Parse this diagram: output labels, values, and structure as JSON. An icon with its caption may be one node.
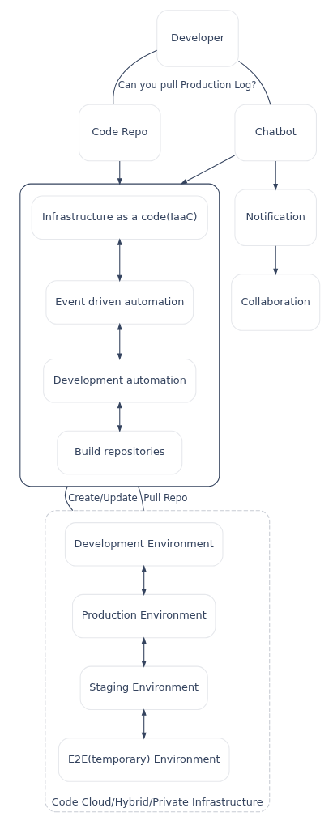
{
  "diagram": {
    "nodes": [
      {
        "text": [
          "Developer"
        ]
      },
      {
        "text": [
          "Code Repo"
        ]
      },
      {
        "text": [
          "Chatbot"
        ]
      },
      {
        "text": [
          "Notification"
        ]
      },
      {
        "text": [
          "Collaboration"
        ]
      },
      {
        "text": [],
        "shape": "box"
      },
      {
        "text": [
          "Infrastructure as a code(IaaC)"
        ],
        "in": 5
      },
      {
        "text": [
          "Event driven automation"
        ],
        "in": 5
      },
      {
        "text": [
          "Development automation"
        ],
        "in": 5
      },
      {
        "text": [
          "Build repositories"
        ],
        "in": 5
      },
      {
        "text": [
          "Code Cloud/Hybrid/Private Infrastructure"
        ]
      },
      {
        "text": [
          "Development Environment"
        ],
        "in": 10
      },
      {
        "text": [
          "Production Environment"
        ],
        "in": 10
      },
      {
        "text": [
          "Staging Environment"
        ],
        "in": 10
      },
      {
        "text": [
          "E2E(temporary) Environment"
        ],
        "in": 10
      }
    ],
    "edges": [
      {
        "from": 0,
        "to": 1,
        "arrow": "none",
        "label": "Can you pull Production Log?"
      },
      {
        "from": 0,
        "to": 2,
        "arrow": "none"
      },
      {
        "from": 1,
        "to": 5,
        "arrow": "to"
      },
      {
        "from": 2,
        "to": 5,
        "arrow": "to"
      },
      {
        "from": 2,
        "to": 3,
        "arrow": "to"
      },
      {
        "from": 3,
        "to": 4,
        "arrow": "to"
      },
      {
        "from": 6,
        "to": 7,
        "arrow": "both"
      },
      {
        "from": 7,
        "to": 8,
        "arrow": "both"
      },
      {
        "from": 8,
        "to": 9,
        "arrow": "both"
      },
      {
        "from": 11,
        "to": 12,
        "arrow": "both"
      },
      {
        "from": 12,
        "to": 13,
        "arrow": "both"
      },
      {
        "from": 13,
        "to": 14,
        "arrow": "both"
      },
      {
        "from": 5,
        "to": 10,
        "arrow": "none",
        "label": "Create/Update"
      },
      {
        "from": 5,
        "to": 10,
        "arrow": "none",
        "label": "Pull Repo"
      }
    ]
  }
}
